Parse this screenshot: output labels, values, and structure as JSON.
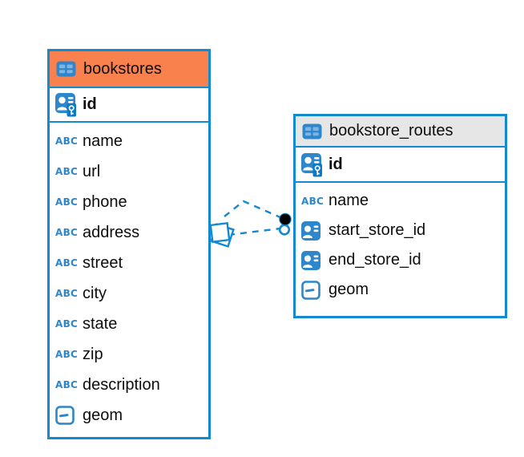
{
  "colors": {
    "accent": "#1389cf",
    "header-orange": "#f8814e",
    "header-gray": "#e6e6e6",
    "icon-blue": "#2e86cb",
    "icon-blue-light": "#7db4e4",
    "key-badge-blue": "#0f7ac2",
    "text": "#0d0d0d",
    "endpoint-black": "#000000"
  },
  "icons": {
    "header": "table-grid-icon",
    "primary_key": "user-key-icon",
    "foreign_key": "user-reference-icon",
    "text_type_label": "ABC",
    "geometry": "geometry-box-icon"
  },
  "tables": [
    {
      "name": "bookstores",
      "header_style": "orange",
      "primary_key": "id",
      "columns": [
        {
          "name": "name",
          "type": "text"
        },
        {
          "name": "url",
          "type": "text"
        },
        {
          "name": "phone",
          "type": "text"
        },
        {
          "name": "address",
          "type": "text"
        },
        {
          "name": "street",
          "type": "text"
        },
        {
          "name": "city",
          "type": "text"
        },
        {
          "name": "state",
          "type": "text"
        },
        {
          "name": "zip",
          "type": "text"
        },
        {
          "name": "description",
          "type": "text"
        },
        {
          "name": "geom",
          "type": "geom"
        }
      ]
    },
    {
      "name": "bookstore_routes",
      "header_style": "gray",
      "primary_key": "id",
      "columns": [
        {
          "name": "name",
          "type": "text"
        },
        {
          "name": "start_store_id",
          "type": "fk"
        },
        {
          "name": "end_store_id",
          "type": "fk"
        },
        {
          "name": "geom",
          "type": "geom"
        }
      ]
    }
  ],
  "relationship": {
    "from_table": "bookstores",
    "to_table": "bookstore_routes",
    "line_style": "dashed",
    "endpoints": [
      "diamond-handle",
      "filled-dot",
      "open-ring"
    ]
  }
}
